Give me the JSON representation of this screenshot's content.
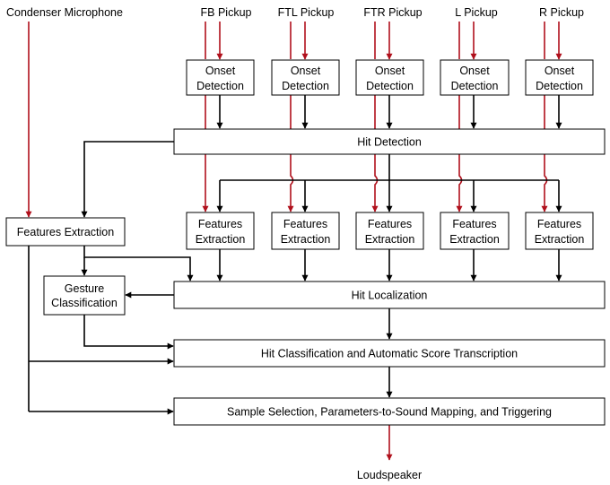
{
  "colors": {
    "signal_red": "#b0101c",
    "line_black": "#000000",
    "background": "#ffffff"
  },
  "inputs": {
    "condenser": "Condenser Microphone",
    "fb": "FB Pickup",
    "ftl": "FTL Pickup",
    "ftr": "FTR Pickup",
    "l": "L Pickup",
    "r": "R Pickup"
  },
  "onset": {
    "line1": "Onset",
    "line2": "Detection"
  },
  "hit_detection": "Hit Detection",
  "features": {
    "line1": "Features",
    "line2": "Extraction"
  },
  "mic_features": "Features Extraction",
  "gesture": {
    "line1": "Gesture",
    "line2": "Classification"
  },
  "hit_localization": "Hit Localization",
  "hit_classification": "Hit Classification and Automatic Score Transcription",
  "sample_selection": "Sample Selection, Parameters-to-Sound Mapping, and Triggering",
  "output": "Loudspeaker"
}
